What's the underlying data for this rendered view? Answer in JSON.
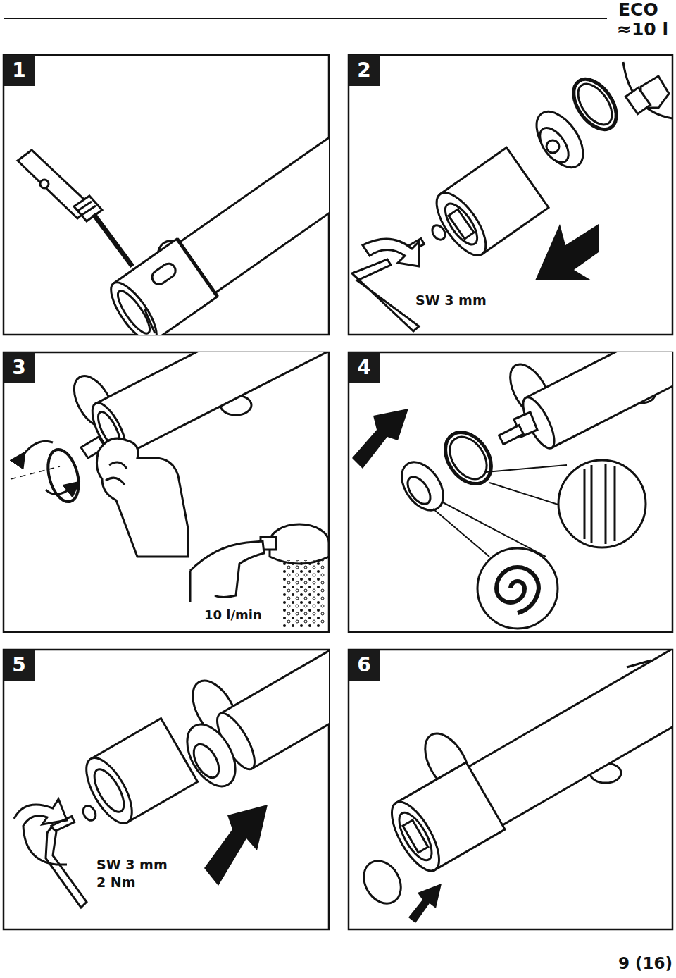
{
  "diagram": {
    "labels": [
      "ECO",
      "≈10 l",
      "1",
      "2",
      "SW 3 mm",
      "3",
      "10 l/min",
      "4",
      "5",
      "SW 3 mm",
      "2 Nm",
      "6",
      "9 (16)"
    ]
  }
}
